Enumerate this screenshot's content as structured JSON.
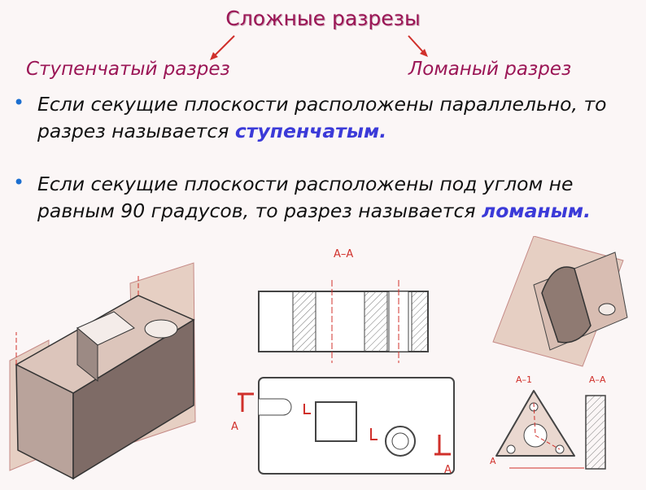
{
  "header": {
    "title": "Сложные разрезы",
    "left_subtitle": "Ступенчатый разрез",
    "right_subtitle": "Ломаный разрез"
  },
  "bullets": [
    {
      "text": "Если секущие плоскости расположены параллельно, то разрез называется ",
      "highlight": "ступенчатым."
    },
    {
      "text": "Если секущие плоскости расположены под углом не равным 90 градусов, то разрез называется ",
      "highlight": "ломаным."
    }
  ],
  "drawing_labels": {
    "section_center": "А–А",
    "left_mark_top": "А",
    "right_mark_bottom": "А",
    "small_section_a": "А–1",
    "small_section_b": "А–А",
    "small_a_left": "А"
  },
  "colors": {
    "title": "#9b1656",
    "bullet_dot": "#1c6fd0",
    "highlight": "#3b3ad8",
    "section_lines": "#d0302b"
  }
}
